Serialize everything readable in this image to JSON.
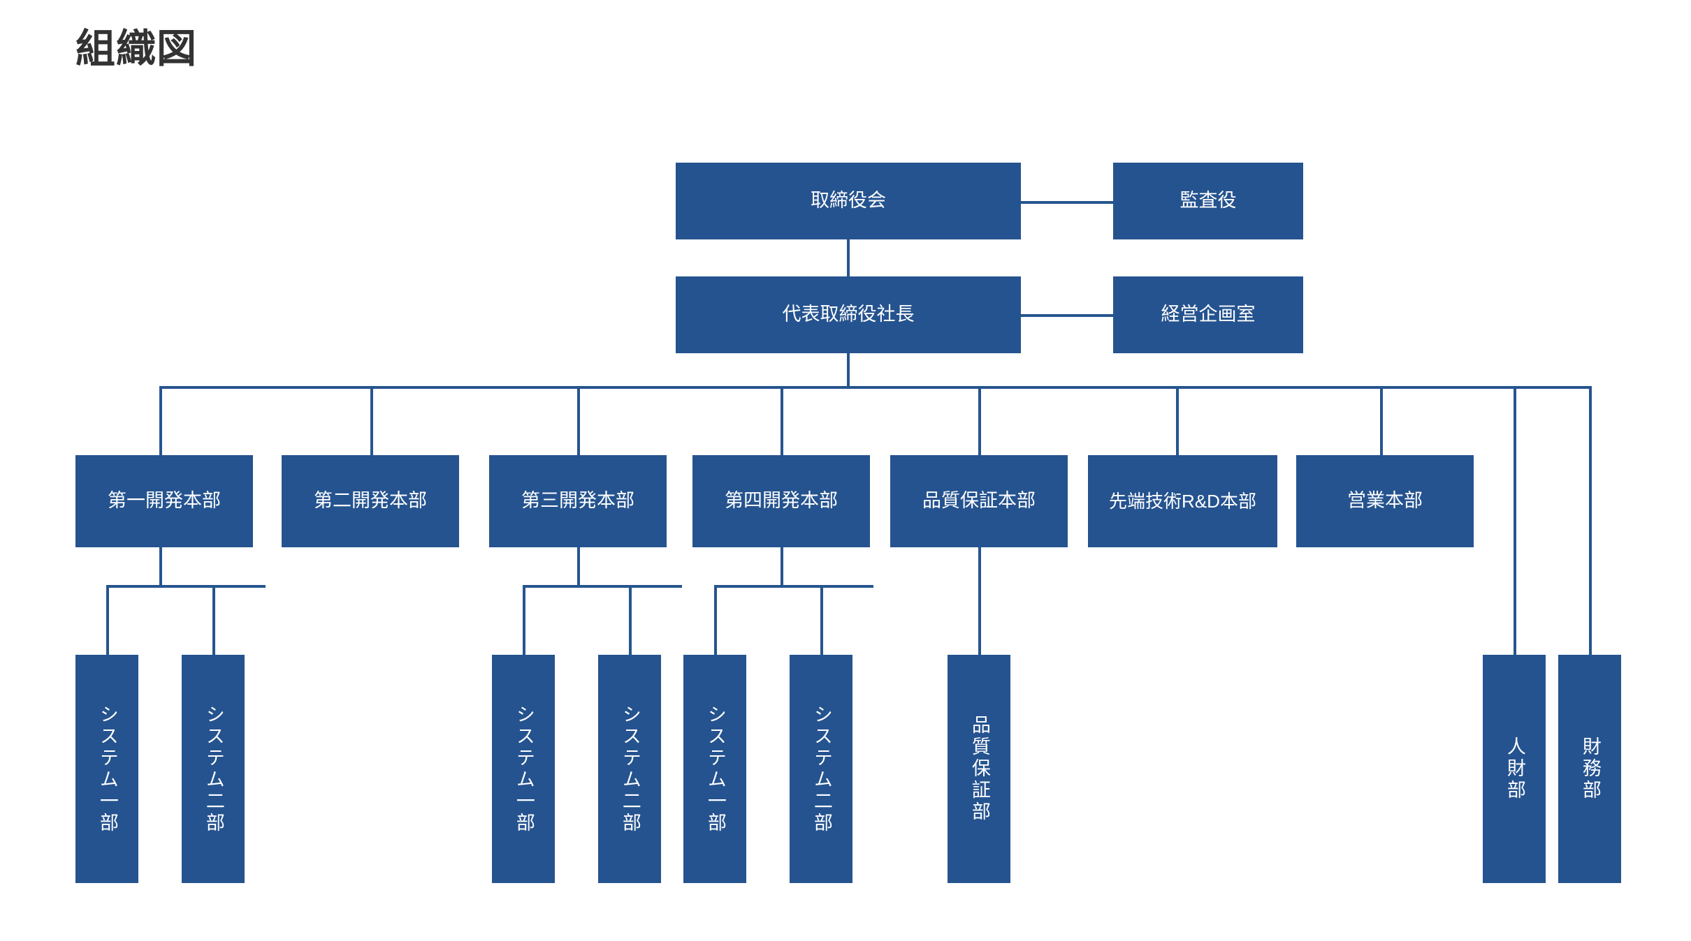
{
  "page": {
    "title": "組織図",
    "accent_color": "#25538f",
    "line_color": "#26558f",
    "title_color": "#333333",
    "background_color": "#ffffff"
  },
  "chart_data": {
    "type": "diagram",
    "diagram_kind": "organization-chart",
    "title": "組織図",
    "orientation": "top-down",
    "nodes": [
      {
        "id": "board",
        "label": "取締役会",
        "level": 0,
        "text_direction": "horizontal"
      },
      {
        "id": "auditor",
        "label": "監査役",
        "level": 0,
        "text_direction": "horizontal"
      },
      {
        "id": "president",
        "label": "代表取締役社長",
        "level": 1,
        "text_direction": "horizontal"
      },
      {
        "id": "planning",
        "label": "経営企画室",
        "level": 1,
        "text_direction": "horizontal"
      },
      {
        "id": "dev1",
        "label": "第一開発本部",
        "level": 2,
        "text_direction": "horizontal"
      },
      {
        "id": "dev2",
        "label": "第二開発本部",
        "level": 2,
        "text_direction": "horizontal"
      },
      {
        "id": "dev3",
        "label": "第三開発本部",
        "level": 2,
        "text_direction": "horizontal"
      },
      {
        "id": "dev4",
        "label": "第四開発本部",
        "level": 2,
        "text_direction": "horizontal"
      },
      {
        "id": "qa",
        "label": "品質保証本部",
        "level": 2,
        "text_direction": "horizontal"
      },
      {
        "id": "rnd",
        "label": "先端技術R&D本部",
        "level": 2,
        "text_direction": "horizontal"
      },
      {
        "id": "sales",
        "label": "営業本部",
        "level": 2,
        "text_direction": "horizontal"
      },
      {
        "id": "dev1-sys1",
        "label": "システム一部",
        "level": 3,
        "text_direction": "vertical"
      },
      {
        "id": "dev1-sys2",
        "label": "システム二部",
        "level": 3,
        "text_direction": "vertical"
      },
      {
        "id": "dev3-sys1",
        "label": "システム一部",
        "level": 3,
        "text_direction": "vertical"
      },
      {
        "id": "dev3-sys2",
        "label": "システム二部",
        "level": 3,
        "text_direction": "vertical"
      },
      {
        "id": "dev4-sys1",
        "label": "システム一部",
        "level": 3,
        "text_direction": "vertical"
      },
      {
        "id": "dev4-sys2",
        "label": "システム二部",
        "level": 3,
        "text_direction": "vertical"
      },
      {
        "id": "qa-dept",
        "label": "品質保証部",
        "level": 3,
        "text_direction": "vertical"
      },
      {
        "id": "hr",
        "label": "人財部",
        "level": 3,
        "text_direction": "vertical"
      },
      {
        "id": "finance",
        "label": "財務部",
        "level": 3,
        "text_direction": "vertical"
      }
    ],
    "edges": [
      {
        "from": "board",
        "to": "auditor",
        "style": "lateral"
      },
      {
        "from": "board",
        "to": "president",
        "style": "vertical"
      },
      {
        "from": "president",
        "to": "planning",
        "style": "lateral"
      },
      {
        "from": "president",
        "to": "dev1",
        "style": "bus"
      },
      {
        "from": "president",
        "to": "dev2",
        "style": "bus"
      },
      {
        "from": "president",
        "to": "dev3",
        "style": "bus"
      },
      {
        "from": "president",
        "to": "dev4",
        "style": "bus"
      },
      {
        "from": "president",
        "to": "qa",
        "style": "bus"
      },
      {
        "from": "president",
        "to": "rnd",
        "style": "bus"
      },
      {
        "from": "president",
        "to": "sales",
        "style": "bus"
      },
      {
        "from": "president",
        "to": "hr",
        "style": "bus"
      },
      {
        "from": "president",
        "to": "finance",
        "style": "bus"
      },
      {
        "from": "dev1",
        "to": "dev1-sys1",
        "style": "bus"
      },
      {
        "from": "dev1",
        "to": "dev1-sys2",
        "style": "bus"
      },
      {
        "from": "dev3",
        "to": "dev3-sys1",
        "style": "bus"
      },
      {
        "from": "dev3",
        "to": "dev3-sys2",
        "style": "bus"
      },
      {
        "from": "dev4",
        "to": "dev4-sys1",
        "style": "bus"
      },
      {
        "from": "dev4",
        "to": "dev4-sys2",
        "style": "bus"
      },
      {
        "from": "qa",
        "to": "qa-dept",
        "style": "vertical"
      }
    ]
  },
  "nodes": {
    "board": {
      "label": "取締役会"
    },
    "auditor": {
      "label": "監査役"
    },
    "president": {
      "label": "代表取締役社長"
    },
    "planning": {
      "label": "経営企画室"
    },
    "dev1": {
      "label": "第一開発本部"
    },
    "dev2": {
      "label": "第二開発本部"
    },
    "dev3": {
      "label": "第三開発本部"
    },
    "dev4": {
      "label": "第四開発本部"
    },
    "qa": {
      "label": "品質保証本部"
    },
    "rnd": {
      "label": "先端技術R&D本部"
    },
    "sales": {
      "label": "営業本部"
    },
    "dev1_sys1": {
      "label": "システム一部"
    },
    "dev1_sys2": {
      "label": "システム二部"
    },
    "dev3_sys1": {
      "label": "システム一部"
    },
    "dev3_sys2": {
      "label": "システム二部"
    },
    "dev4_sys1": {
      "label": "システム一部"
    },
    "dev4_sys2": {
      "label": "システム二部"
    },
    "qa_dept": {
      "label": "品質保証部"
    },
    "hr": {
      "label": "人財部"
    },
    "finance": {
      "label": "財務部"
    }
  }
}
